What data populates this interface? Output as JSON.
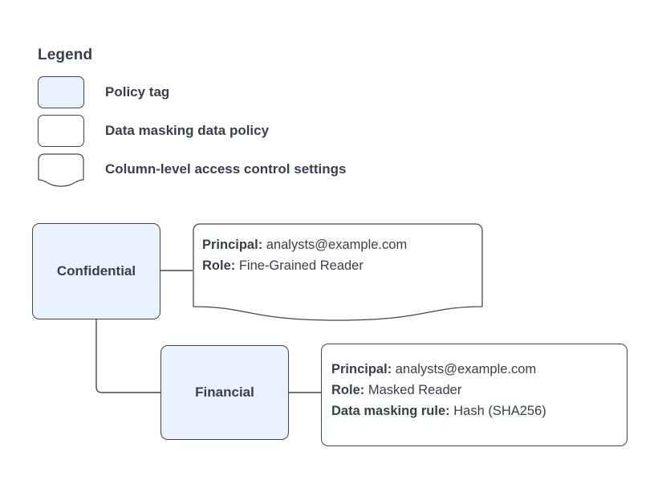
{
  "legend": {
    "title": "Legend",
    "items": [
      {
        "shape": "policy-tag-swatch",
        "label": "Policy tag"
      },
      {
        "shape": "data-masking-policy-swatch",
        "label": "Data masking data policy"
      },
      {
        "shape": "column-access-settings-swatch",
        "label": "Column-level access control settings"
      }
    ]
  },
  "nodes": [
    {
      "id": "confidential",
      "label": "Confidential"
    },
    {
      "id": "financial",
      "label": "Financial"
    }
  ],
  "callouts": [
    {
      "id": "confidential-settings",
      "shape": "document",
      "lines": [
        {
          "key": "Principal:",
          "value": "analysts@example.com"
        },
        {
          "key": "Role:",
          "value": "Fine-Grained Reader"
        }
      ]
    },
    {
      "id": "financial-settings",
      "shape": "rounded-rect",
      "lines": [
        {
          "key": "Principal:",
          "value": "analysts@example.com"
        },
        {
          "key": "Role:",
          "value": "Masked Reader"
        },
        {
          "key": "Data masking rule:",
          "value": "Hash (SHA256)"
        }
      ]
    }
  ],
  "connectors": [
    {
      "id": "confidential-to-callout",
      "from": "confidential",
      "to": "confidential-settings"
    },
    {
      "id": "confidential-to-financial",
      "from": "confidential",
      "to": "financial"
    },
    {
      "id": "financial-to-callout",
      "from": "financial",
      "to": "financial-settings"
    }
  ],
  "colors": {
    "node_fill": "#eaf2fd",
    "stroke": "#3d4753",
    "text": "#37404d",
    "background": "#ffffff"
  }
}
